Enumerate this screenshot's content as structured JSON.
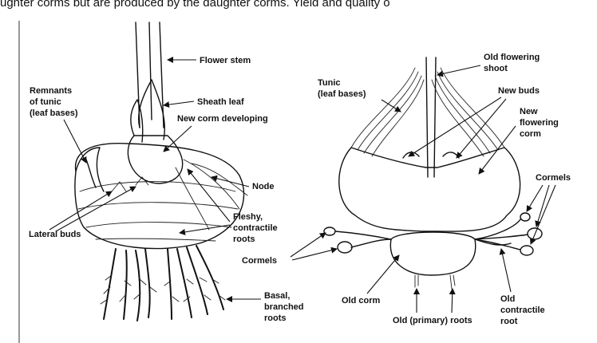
{
  "top_text": "ughter corms but are produced by the daughter corms. Yield and quality o",
  "left_diagram": {
    "labels": {
      "flower_stem": "Flower stem",
      "sheath_leaf": "Sheath leaf",
      "remnants_1": "Remnants",
      "remnants_2": "of tunic",
      "remnants_3": "(leaf bases)",
      "new_corm": "New corm developing",
      "node": "Node",
      "fleshy_1": "Fleshy,",
      "fleshy_2": "contractile",
      "fleshy_3": "roots",
      "lateral_buds": "Lateral buds",
      "basal_1": "Basal,",
      "basal_2": "branched",
      "basal_3": "roots"
    }
  },
  "right_diagram": {
    "labels": {
      "old_flowering_1": "Old flowering",
      "old_flowering_2": "shoot",
      "tunic_1": "Tunic",
      "tunic_2": "(leaf bases)",
      "new_buds": "New buds",
      "new_flowering_1": "New",
      "new_flowering_2": "flowering",
      "new_flowering_3": "corm",
      "cormels_right": "Cormels",
      "cormels_left": "Cormels",
      "old_corm": "Old corm",
      "old_primary_roots": "Old (primary) roots",
      "old_contractile_1": "Old",
      "old_contractile_2": "contractile",
      "old_contractile_3": "root"
    }
  }
}
